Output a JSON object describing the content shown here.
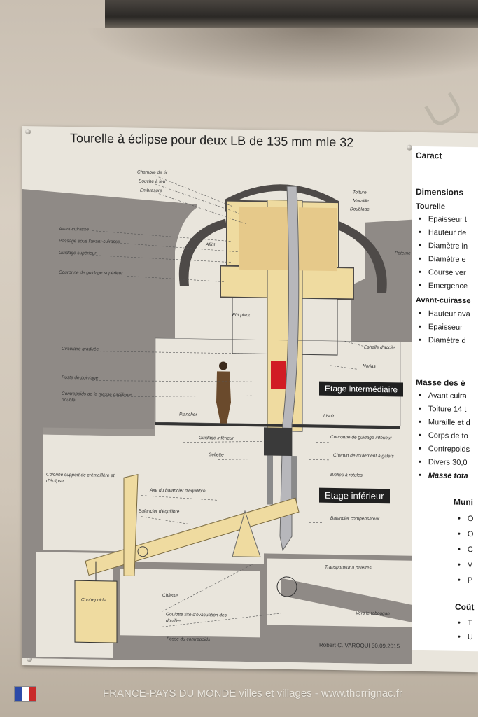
{
  "title": "Tourelle à éclipse pour deux LB de 135 mm mle 32",
  "credit": "Robert C. VAROQUI   30.09.2015",
  "labels": {
    "chambre": "Chambre de tir",
    "bouche": "Bouche à feu",
    "embrasure": "Embrasure",
    "toiture": "Toiture",
    "muraille": "Muraille",
    "doublage": "Doublage",
    "avant_cuirasse": "Avant-cuirasse",
    "passage": "Passage sous l'avant-cuirasse",
    "guidage_sup": "Guidage supérieur",
    "affut": "Affût",
    "couronne_sup": "Couronne de guidage supérieur",
    "poterne": "Poterne",
    "fut": "Fût pivot",
    "circulaire": "Circulaire graduée",
    "echelle": "Echelle d'accès",
    "norias": "Norias",
    "poste": "Poste de pointage",
    "contrepoids_masse": "Contrepoids de la masse oscillante double",
    "plancher": "Plancher",
    "lisoir": "Lisoir",
    "guidage_inf": "Guidage inférieur",
    "couronne_inf": "Couronne de guidage inférieur",
    "sellette": "Sellette",
    "chemin": "Chemin de roulement à galets",
    "colonne": "Colonne support de crémaillère et d'éclipse",
    "bielles": "Bielles à rotules",
    "axe": "Axe du balancier d'équilibre",
    "balancier": "Balancier d'équilibre",
    "balancier_comp": "Balancier compensateur",
    "transporteur": "Transporteur à palettes",
    "chassis": "Châssis",
    "goulotte": "Goulotte fixe d'évacuation des douilles",
    "toboggan": "Vers le toboggan",
    "contrepoids": "Contrepoids",
    "fosse": "Fosse du contrepoids"
  },
  "tags": {
    "intermediaire": "Etage intermédiaire",
    "inferieur": "Etage inférieur"
  },
  "panel": {
    "title": "Caract",
    "dimensions": "Dimensions",
    "tourelle": "Tourelle",
    "tourelle_items": [
      "Epaisseur t",
      "Hauteur de",
      "Diamètre in",
      "Diamètre e",
      "Course ver",
      "Emergence"
    ],
    "avant": "Avant-cuirasse",
    "avant_items": [
      "Hauteur ava",
      "Epaisseur",
      "Diamètre d"
    ],
    "masse": "Masse des é",
    "masse_items": [
      "Avant cuira",
      "Toiture 14 t",
      "Muraille et d",
      "Corps de to",
      "Contrepoids",
      "Divers 30,0"
    ],
    "masse_total": "Masse tota",
    "muni": "Muni",
    "muni_items": [
      "O",
      "O",
      "C",
      "V",
      "P"
    ],
    "cout": "Coût",
    "cout_items": [
      "T",
      "U"
    ]
  },
  "footer": "FRANCE-PAYS DU MONDE villes et villages - www.thorrignac.fr",
  "colors": {
    "concrete": "#8f8a86",
    "steel_tan": "#efdba0",
    "board": "#e9e5dc",
    "dark": "#202020"
  }
}
